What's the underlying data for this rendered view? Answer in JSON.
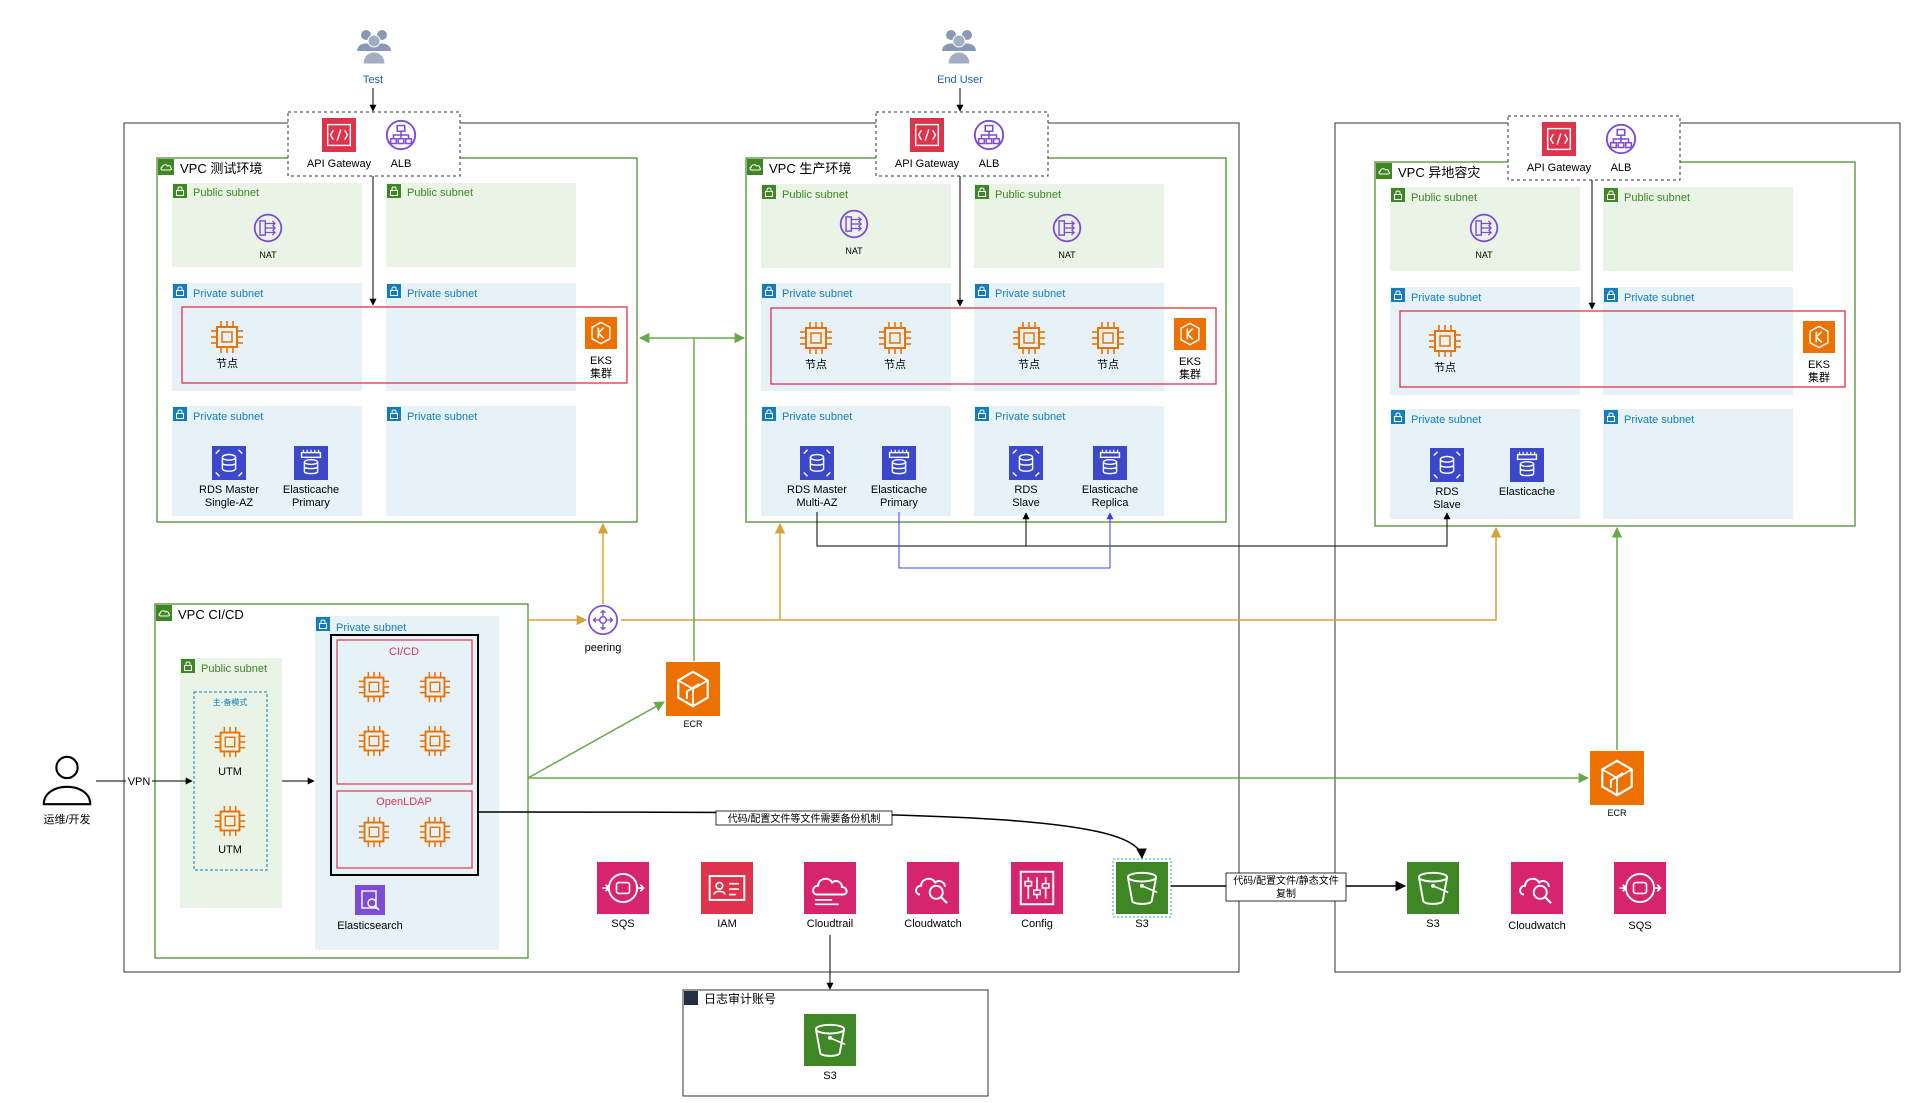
{
  "actors": {
    "test": "Test",
    "end_user": "End User",
    "ops": "运维/开发"
  },
  "vpc": {
    "test": "VPC 测试环境",
    "prod": "VPC 生产环境",
    "dr": "VPC 异地容灾",
    "cicd": "VPC CI/CD"
  },
  "subnet": {
    "public": "Public subnet",
    "private": "Private subnet"
  },
  "labels": {
    "api_gateway": "API Gateway",
    "alb": "ALB",
    "nat": "NAT",
    "node": "节点",
    "eks_line1": "EKS",
    "eks_line2": "集群",
    "rds_master_line1": "RDS Master",
    "rds_single_az": "Single-AZ",
    "rds_multi_az": "Multi-AZ",
    "elasticache": "Elasticache",
    "primary": "Primary",
    "replica": "Replica",
    "rds": "RDS",
    "slave": "Slave",
    "peering": "peering",
    "ecr": "ECR",
    "utm": "UTM",
    "active_standby": "主-备模式",
    "vpn": "VPN",
    "cicd": "CI/CD",
    "openldap": "OpenLDAP",
    "elasticsearch": "Elasticsearch",
    "sqs": "SQS",
    "iam": "IAM",
    "cloudtrail": "Cloudtrail",
    "cloudwatch": "Cloudwatch",
    "config": "Config",
    "s3": "S3",
    "backup_note": "代码/配置文件等文件需要备份机制",
    "replication_line1": "代码/配置文件/静态文件",
    "replication_line2": "复制",
    "audit_account": "日志审计账号"
  },
  "colors": {
    "vpc_green": "#3f8624",
    "public_fill": "#e9f3e6",
    "private_fill": "#e6f2f8",
    "private_text": "#147eba",
    "eks_red": "#dd344c",
    "peering_gold": "#d4a43a",
    "link_green": "#6aa84f",
    "replica_blue": "#3d3df5",
    "purple": "#7d4bd6",
    "pink": "#d6246e",
    "orange": "#ed7100",
    "s3_green": "#3f8624"
  }
}
